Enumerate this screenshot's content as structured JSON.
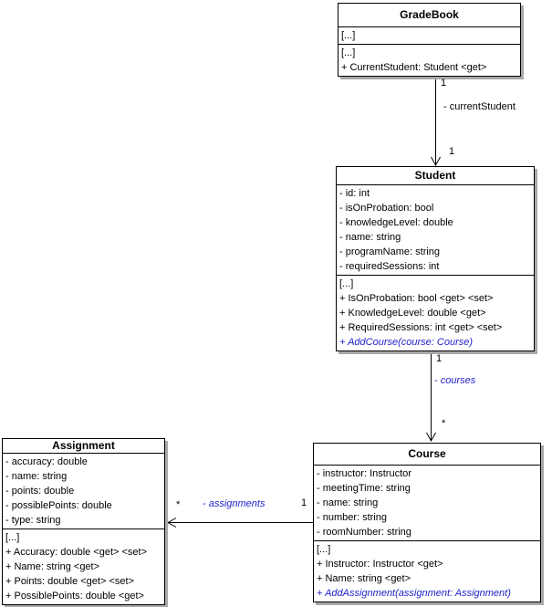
{
  "colors": {
    "background": "#ffffff",
    "box_fill": "#ffffff",
    "box_border": "#000000",
    "shadow": "#a9a9a9",
    "text": "#000000",
    "blue_member": "#2222cc"
  },
  "classes": {
    "gradebook": {
      "title": "GradeBook",
      "attributes": [
        "[...]"
      ],
      "operations": [
        "[...]",
        "+ CurrentStudent: Student <get>"
      ]
    },
    "student": {
      "title": "Student",
      "attributes": [
        "- id: int",
        "- isOnProbation: bool",
        "- knowledgeLevel: double",
        "- name: string",
        "- programName: string",
        "- requiredSessions: int"
      ],
      "operations": [
        "[...]",
        "+ IsOnProbation: bool <get> <set>",
        "+ KnowledgeLevel: double <get>",
        "+ RequiredSessions: int <get> <set>",
        "+ AddCourse(course: Course)"
      ]
    },
    "course": {
      "title": "Course",
      "attributes": [
        "- instructor: Instructor",
        "- meetingTime: string",
        "- name: string",
        "- number: string",
        "- roomNumber: string"
      ],
      "operations": [
        "[...]",
        "+ Instructor: Instructor <get>",
        "+ Name: string <get>",
        "+ AddAssignment(assignment: Assignment)"
      ]
    },
    "assignment": {
      "title": "Assignment",
      "attributes": [
        "- accuracy: double",
        "- name: string",
        "- points: double",
        "- possiblePoints: double",
        "- type: string"
      ],
      "operations": [
        "[...]",
        "+ Accuracy: double <get> <set>",
        "+ Name: string <get>",
        "+ Points: double <get> <set>",
        "+ PossiblePoints: double <get>"
      ]
    }
  },
  "associations": {
    "current_student": {
      "label": "- currentStudent",
      "source": "GradeBook",
      "target": "Student",
      "source_multiplicity": "1",
      "target_multiplicity": "1"
    },
    "courses": {
      "label": "- courses",
      "source": "Student",
      "target": "Course",
      "source_multiplicity": "1",
      "target_multiplicity": "*"
    },
    "assignments": {
      "label": "- assignments",
      "source": "Course",
      "target": "Assignment",
      "source_multiplicity": "1",
      "target_multiplicity": "*"
    }
  }
}
